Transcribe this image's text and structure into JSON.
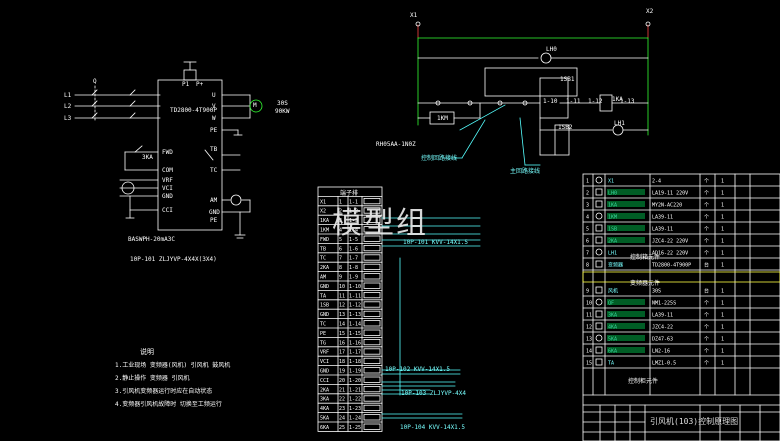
{
  "watermark": "模型组",
  "inverter": {
    "q_label": "Q",
    "model": "TD2800-4T900P",
    "motor_label": "M",
    "motor_power_lines": [
      "30S",
      "90KW"
    ],
    "left_pins": [
      "FWD",
      "COM",
      "VRF",
      "VCI",
      "GND",
      "CCI"
    ],
    "right_pins": [
      "U",
      "V",
      "W",
      "PE",
      "TB",
      "TC",
      "AM",
      "GND",
      "PE"
    ],
    "top_pins": [
      "P1",
      "P+"
    ],
    "phases": [
      "L1",
      "L2",
      "L3"
    ],
    "ka_label": "3KA",
    "cable_note": "BASWPH-20mA3C",
    "cable_spec": "10P-101 ZLJYVP-4X4X(3X4)"
  },
  "notes": {
    "title": "说明",
    "items": [
      "1.工业现场 变频器(风机) 引风机 鼓风机",
      "2.静止操作 变频器 引风机",
      "3.引风机变频器运行时应在自动状态",
      "4.变频器引风机故障时 切换至工频运行"
    ]
  },
  "control": {
    "x1": "X1",
    "x2": "X2",
    "lamps": [
      "LH0",
      "1KA",
      "LH1"
    ],
    "relays": [
      "1KM",
      "1SB1",
      "1SB2"
    ],
    "notes": [
      "RH05AA-1N0Z",
      "控制回路接线",
      "主回路接线"
    ],
    "terms": [
      "1-10",
      "1-11",
      "1-12",
      "1-13"
    ]
  },
  "terminal_table": {
    "header": "端子排",
    "rows": [
      [
        "X1",
        "1",
        "1-1"
      ],
      [
        "X2",
        "2",
        "1-2"
      ],
      [
        "1KA",
        "3",
        "1-3"
      ],
      [
        "1KM",
        "4",
        "1-4"
      ],
      [
        "FWD",
        "5",
        "1-5"
      ],
      [
        "TB",
        "6",
        "1-6"
      ],
      [
        "TC",
        "7",
        "1-7"
      ],
      [
        "2KA",
        "8",
        "1-8"
      ],
      [
        "AM",
        "9",
        "1-9"
      ],
      [
        "GND",
        "10",
        "1-10"
      ],
      [
        "TA",
        "11",
        "1-11"
      ],
      [
        "1SB",
        "12",
        "1-12"
      ],
      [
        "GND",
        "13",
        "1-13"
      ],
      [
        "TC",
        "14",
        "1-14"
      ],
      [
        "PE",
        "15",
        "1-15"
      ],
      [
        "TG",
        "16",
        "1-16"
      ],
      [
        "VRF",
        "17",
        "1-17"
      ],
      [
        "VCI",
        "18",
        "1-18"
      ],
      [
        "GND",
        "19",
        "1-19"
      ],
      [
        "CCI",
        "20",
        "1-20"
      ],
      [
        "2KA",
        "21",
        "1-21"
      ],
      [
        "3KA",
        "22",
        "1-22"
      ],
      [
        "4KA",
        "23",
        "1-23"
      ],
      [
        "5KA",
        "24",
        "1-24"
      ],
      [
        "6KA",
        "25",
        "1-25"
      ]
    ],
    "cables": [
      "10P-101 KVV-14X1.5",
      "10P-102 KVV-14X1.5",
      "10P-103 ZLJYVP-4X4",
      "10P-104 KVV-14X1.5"
    ]
  },
  "parts_table": {
    "section1": "控制箱元件",
    "section2": "变频器元件",
    "section3": "控制柜元件",
    "rows": [
      [
        "1",
        "X1",
        "2-4",
        "个",
        "1"
      ],
      [
        "2",
        "LH0",
        "LA19-11 220V",
        "个",
        "1"
      ],
      [
        "3",
        "1KA",
        "MY2N-AC220",
        "个",
        "1"
      ],
      [
        "4",
        "1KM",
        "LA39-11",
        "个",
        "1"
      ],
      [
        "5",
        "1SB",
        "LA39-11",
        "个",
        "1"
      ],
      [
        "6",
        "2KA",
        "JZC4-22 220V",
        "个",
        "1"
      ],
      [
        "7",
        "LH1",
        "AD16-22 220V",
        "个",
        "1"
      ],
      [
        "8",
        "变频器",
        "TD2800-4T900P",
        "台",
        "1"
      ],
      [
        "9",
        "风机",
        "30S",
        "台",
        "1"
      ],
      [
        "10",
        "QF",
        "NM1-225S",
        "个",
        "1"
      ],
      [
        "11",
        "3KA",
        "LA39-11",
        "个",
        "1"
      ],
      [
        "12",
        "4KA",
        "JZC4-22",
        "个",
        "1"
      ],
      [
        "13",
        "5KA",
        "DZ47-63",
        "个",
        "1"
      ],
      [
        "14",
        "6KA",
        "LN2-16",
        "个",
        "1"
      ],
      [
        "15",
        "TA",
        "LMZ1-0.5",
        "个",
        "1"
      ]
    ],
    "title_block": "引风机(103)控制原理图",
    "drawing_no": "103"
  }
}
